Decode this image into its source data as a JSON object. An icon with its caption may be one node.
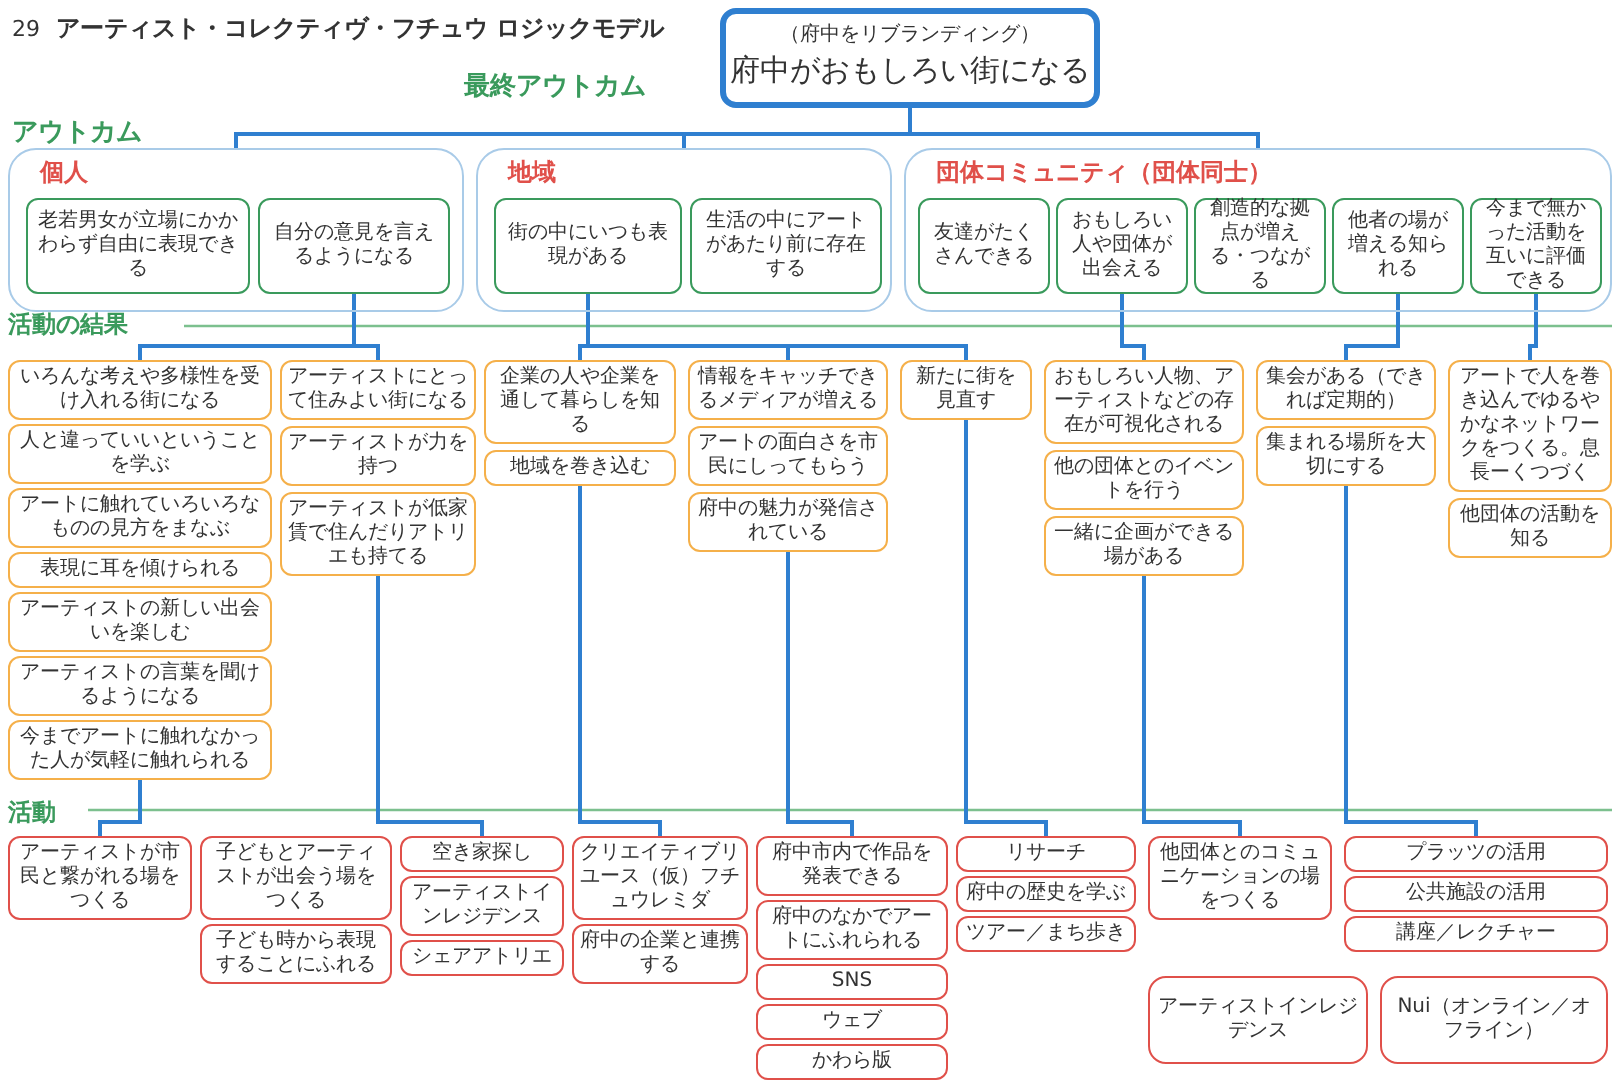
{
  "diagram": {
    "title": "アーティスト・コレクティヴ・フチュウ ロジックモデル",
    "nodes": [
      {
        "text": [
          "（府中をリブランディング）",
          "府中がおもしろい街になる"
        ]
      },
      {
        "text": [
          "個人"
        ]
      },
      {
        "text": [
          "老若男女が立場にかかわらず自由に表現できる"
        ],
        "in": 1
      },
      {
        "text": [
          "自分の意見を言えるようになる"
        ],
        "in": 1
      },
      {
        "text": [
          "地域"
        ]
      },
      {
        "text": [
          "街の中にいつも表現がある"
        ],
        "in": 4
      },
      {
        "text": [
          "生活の中にアートがあたり前に存在する"
        ],
        "in": 4
      },
      {
        "text": [
          "団体コミュニティ（団体同士）"
        ]
      },
      {
        "text": [
          "友達がたくさんできる"
        ],
        "in": 7
      },
      {
        "text": [
          "おもしろい人や団体が出会える"
        ],
        "in": 7
      },
      {
        "text": [
          "創造的な拠点が増える・つながる"
        ],
        "in": 7
      },
      {
        "text": [
          "他者の場が増える知られる"
        ],
        "in": 7
      },
      {
        "text": [
          "今まで無かった活動を互いに評価できる"
        ],
        "in": 7
      },
      {
        "text": [
          "いろんな考えや多様性を受け入れる街になる"
        ]
      },
      {
        "text": [
          "人と違っていいということを学ぶ"
        ]
      },
      {
        "text": [
          "アートに触れていろいろなものの見方をまなぶ"
        ]
      },
      {
        "text": [
          "表現に耳を傾けられる"
        ]
      },
      {
        "text": [
          "アーティストの新しい出会いを楽しむ"
        ]
      },
      {
        "text": [
          "アーティストの言葉を聞けるようになる"
        ]
      },
      {
        "text": [
          "今までアートに触れなかった人が気軽に触れられる"
        ]
      },
      {
        "text": [
          "アーティストにとって住みよい街になる"
        ]
      },
      {
        "text": [
          "アーティストが力を持つ"
        ]
      },
      {
        "text": [
          "アーティストが低家賃で住んだりアトリエも持てる"
        ]
      },
      {
        "text": [
          "企業の人や企業を通して暮らしを知る"
        ]
      },
      {
        "text": [
          "地域を巻き込む"
        ]
      },
      {
        "text": [
          "情報をキャッチできるメディアが増える"
        ]
      },
      {
        "text": [
          "アートの面白さを市民にしってもらう"
        ]
      },
      {
        "text": [
          "府中の魅力が発信されている"
        ]
      },
      {
        "text": [
          "新たに街を見直す"
        ]
      },
      {
        "text": [
          "おもしろい人物、アーティストなどの存在が可視化される"
        ]
      },
      {
        "text": [
          "他の団体とのイベントを行う"
        ]
      },
      {
        "text": [
          "一緒に企画ができる場がある"
        ]
      },
      {
        "text": [
          "集会がある（できれば定期的）"
        ]
      },
      {
        "text": [
          "集まれる場所を大切にする"
        ]
      },
      {
        "text": [
          "アートで人を巻き込んでゆるやかなネットワークをつくる。息長ーくつづく"
        ]
      },
      {
        "text": [
          "他団体の活動を知る"
        ]
      },
      {
        "text": [
          "アーティストが市民と繋がれる場をつくる"
        ]
      },
      {
        "text": [
          "子どもとアーティストが出会う場をつくる"
        ]
      },
      {
        "text": [
          "子ども時から表現することにふれる"
        ]
      },
      {
        "text": [
          "空き家探し"
        ]
      },
      {
        "text": [
          "アーティストインレジデンス"
        ]
      },
      {
        "text": [
          "シェアアトリエ"
        ]
      },
      {
        "text": [
          "クリエイティブリユース（仮）フチュウレミダ"
        ]
      },
      {
        "text": [
          "府中の企業と連携する"
        ]
      },
      {
        "text": [
          "府中市内で作品を発表できる"
        ]
      },
      {
        "text": [
          "府中のなかでアートにふれられる"
        ]
      },
      {
        "text": [
          "SNS"
        ]
      },
      {
        "text": [
          "ウェブ"
        ]
      },
      {
        "text": [
          "かわら版"
        ]
      },
      {
        "text": [
          "リサーチ"
        ]
      },
      {
        "text": [
          "府中の歴史を学ぶ"
        ]
      },
      {
        "text": [
          "ツアー／まち歩き"
        ]
      },
      {
        "text": [
          "他団体とのコミュニケーションの場をつくる"
        ]
      },
      {
        "text": [
          "プラッツの活用"
        ]
      },
      {
        "text": [
          "公共施設の活用"
        ]
      },
      {
        "text": [
          "講座／レクチャー"
        ]
      },
      {
        "text": [
          "アーティストインレジデンス"
        ]
      },
      {
        "text": [
          "Nui（オンライン／オフライン）"
        ]
      }
    ],
    "edges": [
      {
        "from": 0,
        "to": 1,
        "arrow": "none"
      },
      {
        "from": 0,
        "to": 4,
        "arrow": "none"
      },
      {
        "from": 0,
        "to": 7,
        "arrow": "none"
      },
      {
        "from": 3,
        "to": 13,
        "arrow": "none"
      },
      {
        "from": 3,
        "to": 20,
        "arrow": "none"
      },
      {
        "from": 5,
        "to": 23,
        "arrow": "none"
      },
      {
        "from": 5,
        "to": 25,
        "arrow": "none"
      },
      {
        "from": 5,
        "to": 28,
        "arrow": "none"
      },
      {
        "from": 9,
        "to": 29,
        "arrow": "none"
      },
      {
        "from": 11,
        "to": 32,
        "arrow": "none"
      },
      {
        "from": 12,
        "to": 34,
        "arrow": "none"
      },
      {
        "from": 19,
        "to": 36,
        "arrow": "none"
      },
      {
        "from": 22,
        "to": 39,
        "arrow": "none"
      },
      {
        "from": 24,
        "to": 42,
        "arrow": "none"
      },
      {
        "from": 27,
        "to": 44,
        "arrow": "none"
      },
      {
        "from": 28,
        "to": 49,
        "arrow": "none"
      },
      {
        "from": 31,
        "to": 52,
        "arrow": "none"
      },
      {
        "from": 33,
        "to": 53,
        "arrow": "none"
      }
    ],
    "labels": [
      "29",
      "最終アウトカム",
      "アウトカム",
      "活動の結果",
      "活動"
    ]
  }
}
